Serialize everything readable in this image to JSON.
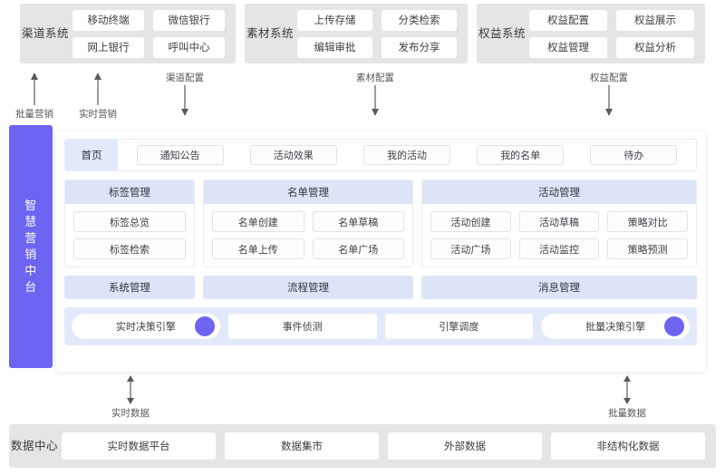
{
  "top_systems": [
    {
      "name": "渠道系统",
      "items": [
        "移动终端",
        "微信银行",
        "网上银行",
        "呼叫中心"
      ]
    },
    {
      "name": "素材系统",
      "items": [
        "上传存储",
        "分类检索",
        "编辑审批",
        "发布分享"
      ]
    },
    {
      "name": "权益系统",
      "items": [
        "权益配置",
        "权益展示",
        "权益管理",
        "权益分析"
      ]
    }
  ],
  "top_arrows": [
    {
      "label": "批量营销",
      "direction": "up"
    },
    {
      "label": "实时营销",
      "direction": "up"
    },
    {
      "label": "渠道配置",
      "direction": "down"
    },
    {
      "label": "素材配置",
      "direction": "down"
    },
    {
      "label": "权益配置",
      "direction": "down"
    }
  ],
  "platform": {
    "side_title": "智慧营销中台",
    "tabs": {
      "active": "首页",
      "items": [
        "通知公告",
        "活动效果",
        "我的活动",
        "我的名单",
        "待办"
      ]
    },
    "panels_row1": [
      {
        "title": "标签管理",
        "columns": 1,
        "items": [
          "标签总览",
          "标签检索"
        ]
      },
      {
        "title": "名单管理",
        "columns": 2,
        "items": [
          "名单创建",
          "名单草稿",
          "名单上传",
          "名单广场"
        ]
      },
      {
        "title": "活动管理",
        "columns": 3,
        "items": [
          "活动创建",
          "活动草稿",
          "策略对比",
          "活动广场",
          "活动监控",
          "策略预测"
        ]
      }
    ],
    "bars_row": [
      "系统管理",
      "流程管理",
      "消息管理"
    ],
    "engines": [
      {
        "label": "实时决策引擎",
        "dot": true
      },
      {
        "label": "事件侦测",
        "dot": false
      },
      {
        "label": "引擎调度",
        "dot": false
      },
      {
        "label": "批量决策引擎",
        "dot": true
      }
    ]
  },
  "bottom_arrows": [
    {
      "label": "实时数据",
      "direction": "both"
    },
    {
      "label": "批量数据",
      "direction": "both"
    }
  ],
  "data_center": {
    "name": "数据中心",
    "items": [
      "实时数据平台",
      "数据集市",
      "外部数据",
      "非结构化数据"
    ]
  },
  "colors": {
    "accent_purple": "#6d64f2",
    "panel_header_blue": "#dde4f8",
    "band_grey": "#e4e5e7",
    "tab_active_blue": "#e2e9fa"
  }
}
